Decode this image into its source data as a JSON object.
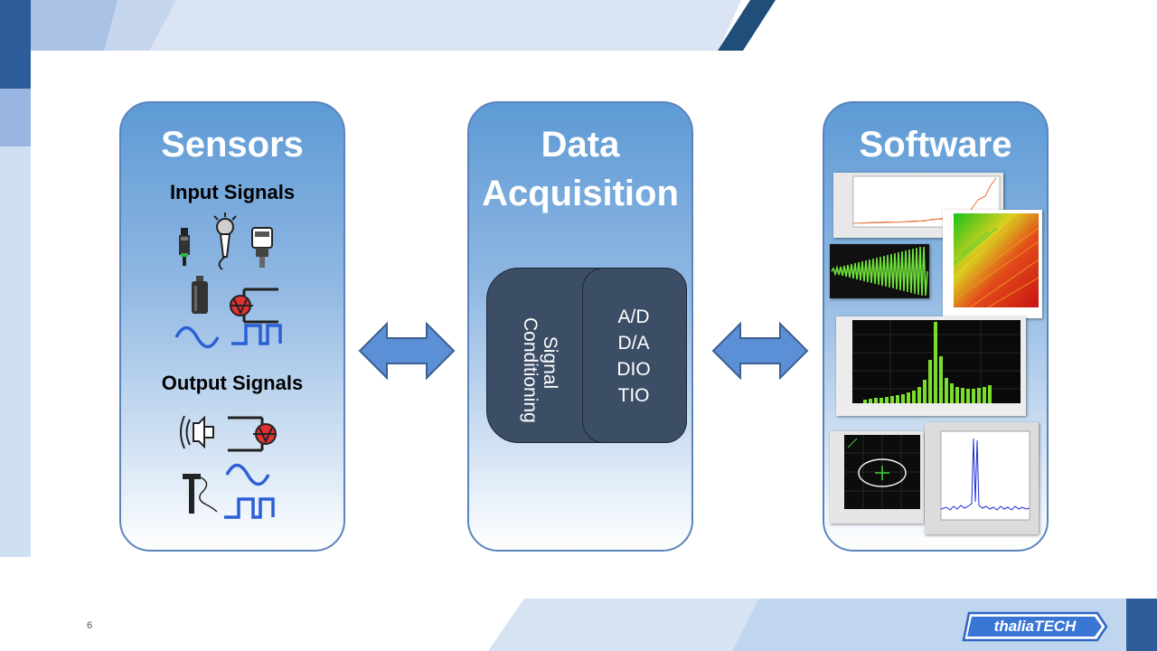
{
  "sensors": {
    "title": "Sensors",
    "input_heading": "Input Signals",
    "output_heading": "Output Signals",
    "input_icons": [
      "proximity-sensor-icon",
      "microphone-icon",
      "pressure-sensor-icon",
      "accelerometer-icon",
      "valve-icon",
      "sine-wave-icon",
      "square-wave-icon"
    ],
    "output_icons": [
      "speaker-icon",
      "valve-icon",
      "hammer-icon",
      "sine-wave-icon",
      "square-wave-icon"
    ]
  },
  "daq": {
    "title_line1": "Data",
    "title_line2": "Acquisition",
    "signal_line1": "Signal",
    "signal_line2": "Conditioning",
    "io": [
      "A/D",
      "D/A",
      "DIO",
      "TIO"
    ]
  },
  "software": {
    "title": "Software",
    "screens": [
      "time-plot",
      "waterfall-map",
      "waveform",
      "spectrum-bars",
      "orbit-plot",
      "frequency-peak"
    ]
  },
  "footer": {
    "page_number": "6",
    "logo_text": "thaliaTECH"
  },
  "colors": {
    "panel_border": "#5b84bd",
    "panel_top": "#5d9ad5",
    "dark_box": "#3c4d66",
    "arrow": "#5b8fd6",
    "accent_dark": "#1f4e79"
  }
}
